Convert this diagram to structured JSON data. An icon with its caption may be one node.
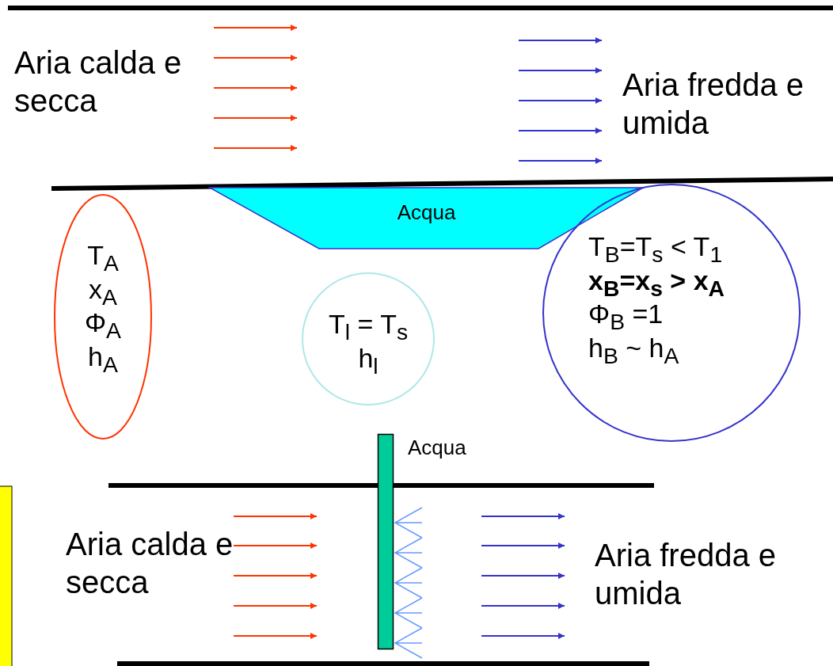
{
  "diagram": {
    "nodes": [
      {
        "text": [
          "Acqua"
        ]
      },
      {
        "text": [
          "T$_{A}$",
          "x$_{A}$",
          "Φ$_{A}$",
          "h$_{A}$"
        ]
      },
      {
        "text": [
          "T$_{l}$ = T$_{s}$",
          "h$_{l}$"
        ]
      },
      {
        "text": [
          "T$_{B}$=T$_{s}$ < T$_{1}$",
          "**x$_{B}$=x$_{s}$ > x$_{A}$**",
          "Φ$_{B}$ =1",
          "h$_{B}$ ~ h$_{A}$"
        ]
      },
      {
        "text": [],
        "shape": "bar",
        "beside": [
          "Acqua"
        ]
      }
    ],
    "edges": [],
    "labels": [
      "Aria calda e secca",
      "Aria fredda e umida",
      "Aria calda e secca",
      "Aria fredda e umida"
    ]
  }
}
